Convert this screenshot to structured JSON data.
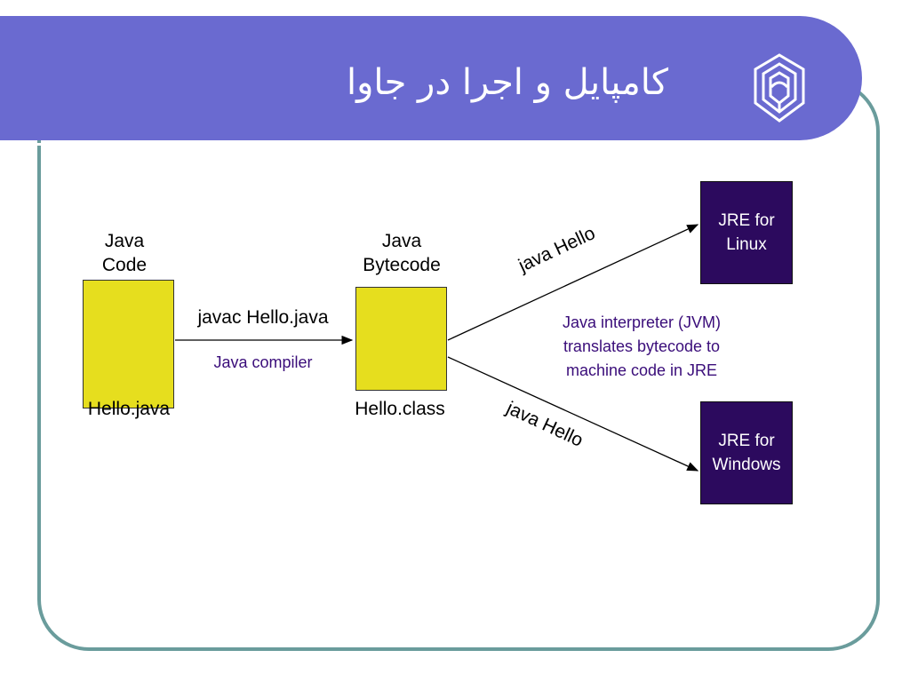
{
  "slide": {
    "title": "کامپایل و اجرا در جاوا",
    "colors": {
      "title_bar": "#6a6ad0",
      "frame": "#6a9c9c",
      "yellow_box": "#e6de1e",
      "purple_box": "#2c0a5e",
      "purple_text": "#3a0d7a"
    }
  },
  "diagram": {
    "java_code_label": "Java\nCode",
    "hello_java": "Hello.java",
    "javac_command": "javac Hello.java",
    "java_compiler": "Java compiler",
    "bytecode_label": "Java\nBytecode",
    "hello_class": "Hello.class",
    "run_linux": "java Hello",
    "run_windows": "java Hello",
    "jvm_note": "Java interpreter (JVM)\ntranslates bytecode to\nmachine code in JRE",
    "jre_linux": "JRE for\nLinux",
    "jre_windows": "JRE for\nWindows"
  }
}
